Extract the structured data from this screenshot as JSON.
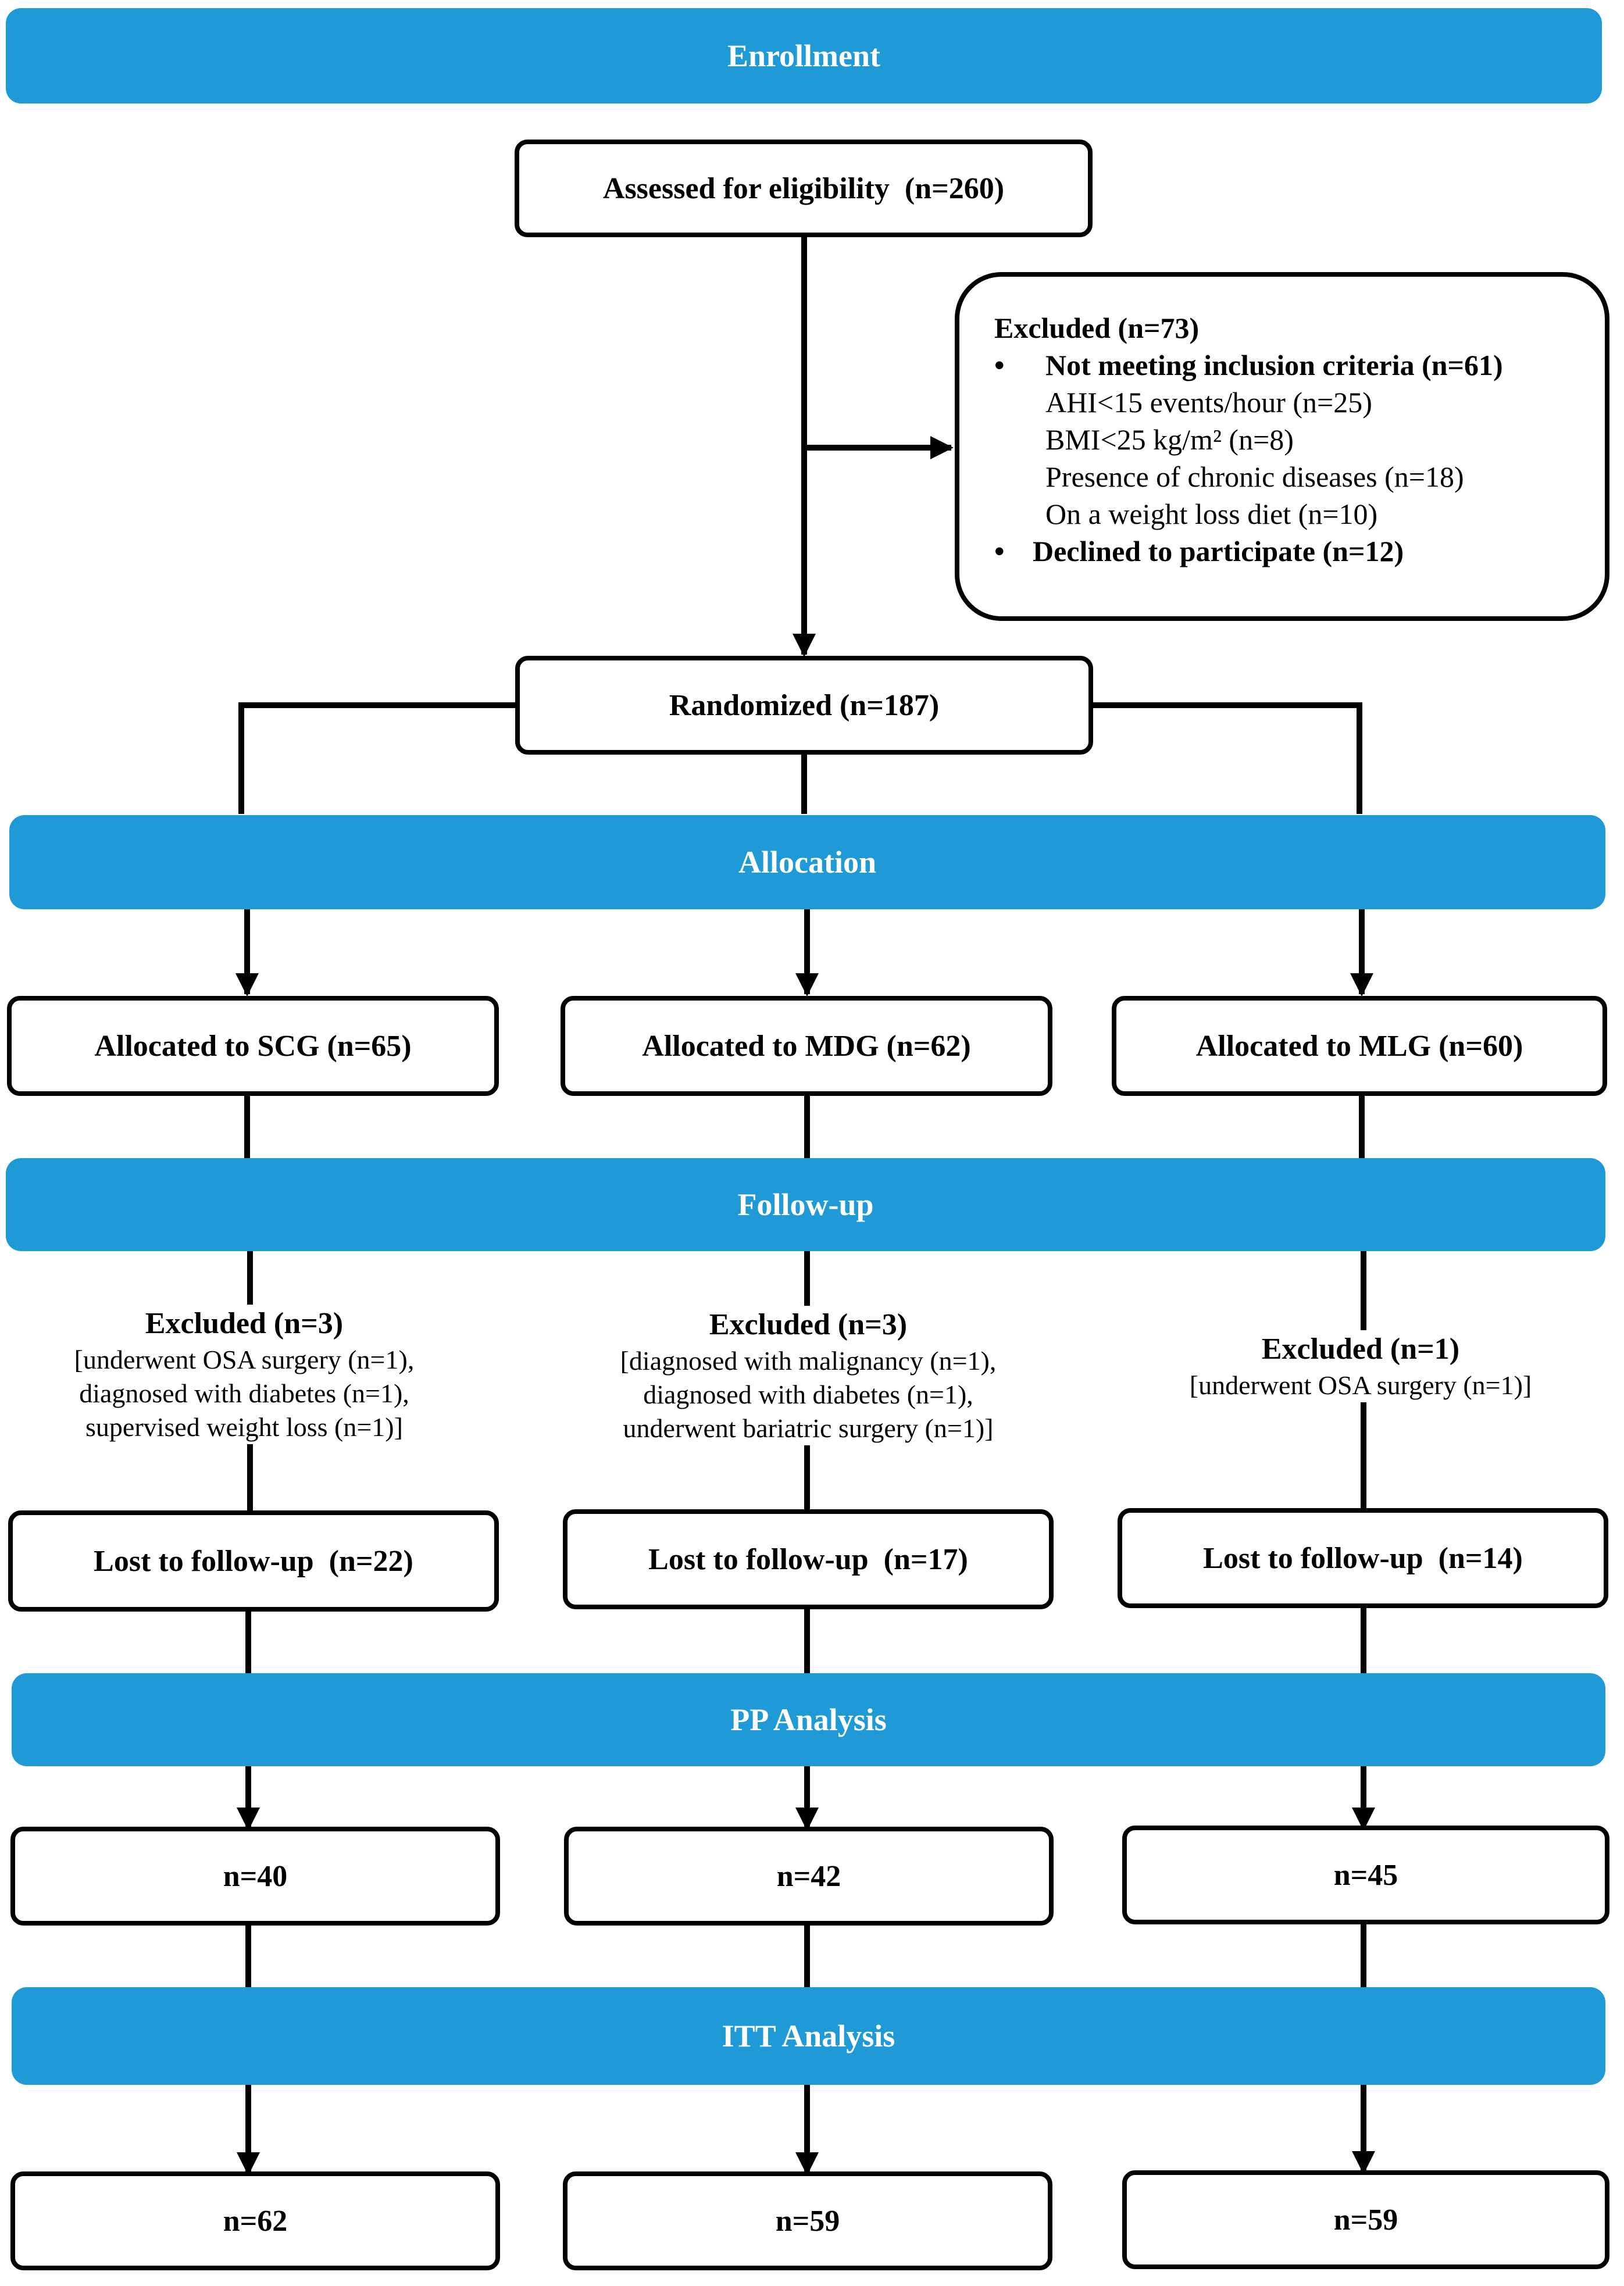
{
  "stages": {
    "enrollment": "Enrollment",
    "allocation": "Allocation",
    "follow_up": "Follow-up",
    "pp_analysis": "PP Analysis",
    "itt_analysis": "ITT Analysis"
  },
  "assessed": "Assessed for eligibility  (n=260)",
  "excluded": {
    "title": "Excluded (n=73)",
    "bullet_char": "•",
    "not_meeting": "Not meeting inclusion  criteria (n=61)",
    "reasons": [
      "AHI<15 events/hour (n=25)",
      "BMI<25 kg/m² (n=8)",
      "Presence of chronic diseases (n=18)",
      "On a weight  loss diet (n=10)"
    ],
    "declined": "Declined to participate (n=12)"
  },
  "randomized": "Randomized (n=187)",
  "arms": [
    {
      "allocated": "Allocated to SCG (n=65)",
      "excluded_title": "Excluded (n=3)",
      "excluded_lines": [
        "[underwent OSA surgery (n=1),",
        "diagnosed with diabetes (n=1),",
        "supervised weight loss (n=1)]"
      ],
      "lost": "Lost to follow-up  (n=22)",
      "pp": "n=40",
      "itt": "n=62"
    },
    {
      "allocated": "Allocated to MDG (n=62)",
      "excluded_title": "Excluded (n=3)",
      "excluded_lines": [
        "[diagnosed with malignancy (n=1),",
        "diagnosed with diabetes (n=1),",
        "underwent bariatric surgery (n=1)]"
      ],
      "lost": "Lost to follow-up  (n=17)",
      "pp": "n=42",
      "itt": "n=59"
    },
    {
      "allocated": "Allocated to MLG (n=60)",
      "excluded_title": "Excluded (n=1)",
      "excluded_lines": [
        "[underwent OSA surgery (n=1)]"
      ],
      "lost": "Lost to follow-up  (n=14)",
      "pp": "n=45",
      "itt": "n=59"
    }
  ],
  "colors": {
    "banner": "#1f9ad6",
    "banner_text": "#ffffff",
    "line": "#000000"
  }
}
